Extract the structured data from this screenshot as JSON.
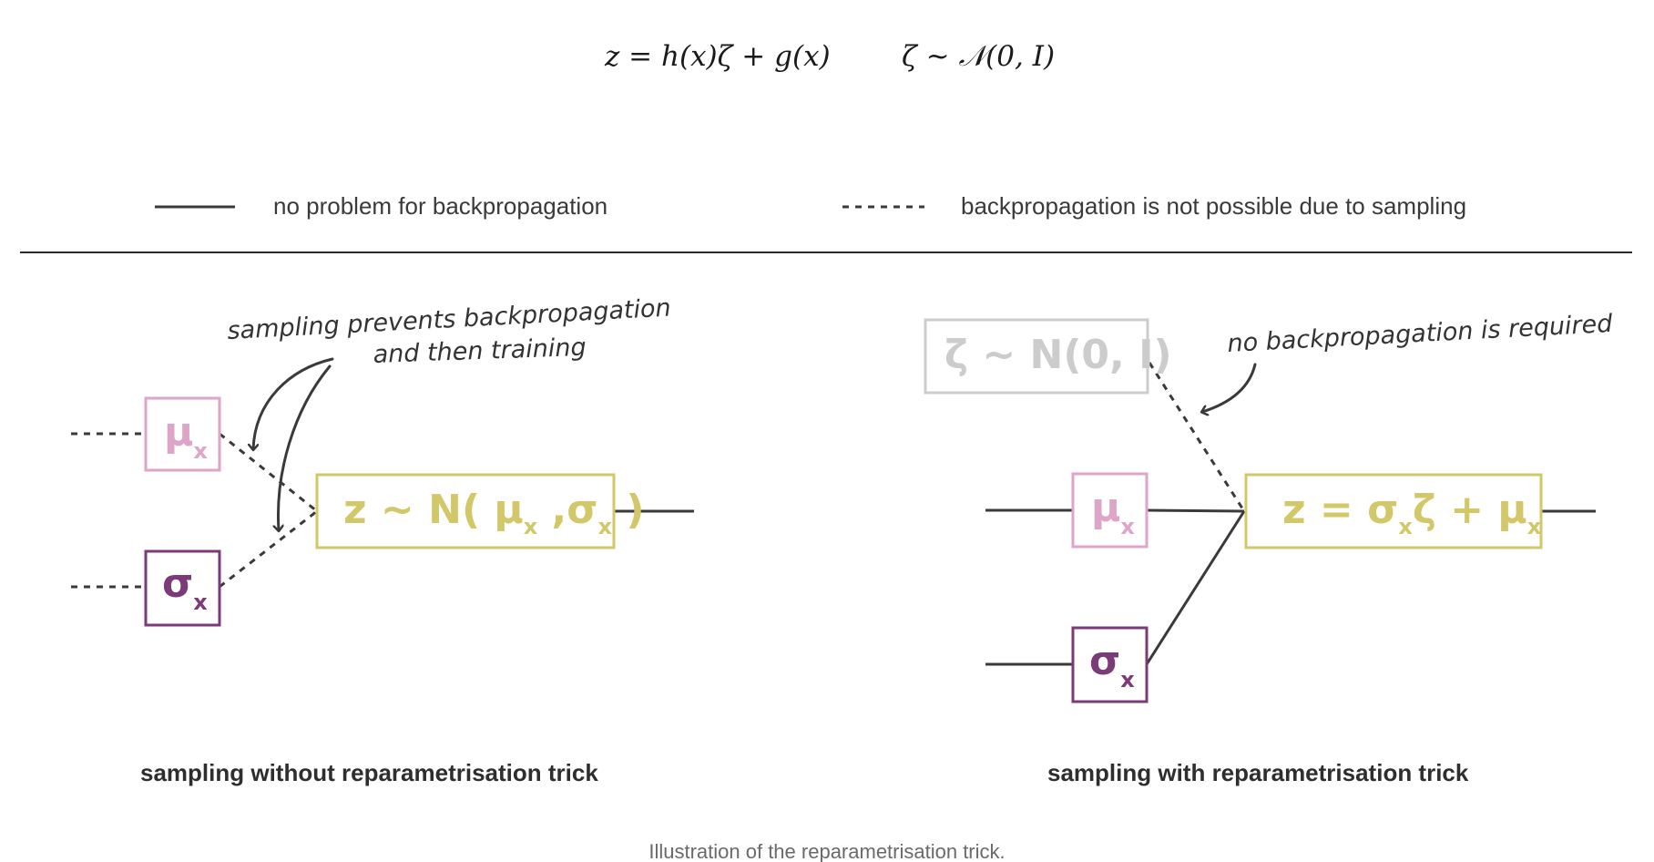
{
  "equation": {
    "left": "z = h(x)ζ + g(x)",
    "right": "ζ ~ 𝒩(0, I)"
  },
  "legend": {
    "solid_label": "no problem for backpropagation",
    "dashed_label": "backpropagation is not possible due to sampling"
  },
  "left_panel": {
    "mu_box": {
      "symbol": "μ",
      "sub": "x"
    },
    "sigma_box": {
      "symbol": "σ",
      "sub": "x"
    },
    "z_box": {
      "p1": "z ~ N( μ",
      "s1": "x",
      "p2": " ,σ",
      "s2": "x",
      "p3": " )"
    },
    "annotation_line1": "sampling prevents backpropagation",
    "annotation_line2": "and then training",
    "title": "sampling without reparametrisation trick"
  },
  "right_panel": {
    "zeta_box": "ζ ~ N(0, I)",
    "mu_box": {
      "symbol": "μ",
      "sub": "x"
    },
    "sigma_box": {
      "symbol": "σ",
      "sub": "x"
    },
    "z_box": {
      "p1": "z = σ",
      "s1": "x",
      "p2": "ζ + μ",
      "s2": "x"
    },
    "annotation": "no backpropagation is required",
    "title": "sampling with  reparametrisation trick"
  },
  "caption": "Illustration of the reparametrisation trick.",
  "colors": {
    "mu": "#dda5c8",
    "sigma": "#7b3a78",
    "z": "#d2c86a",
    "zeta": "#cccccc",
    "line": "#3a3a3a"
  }
}
